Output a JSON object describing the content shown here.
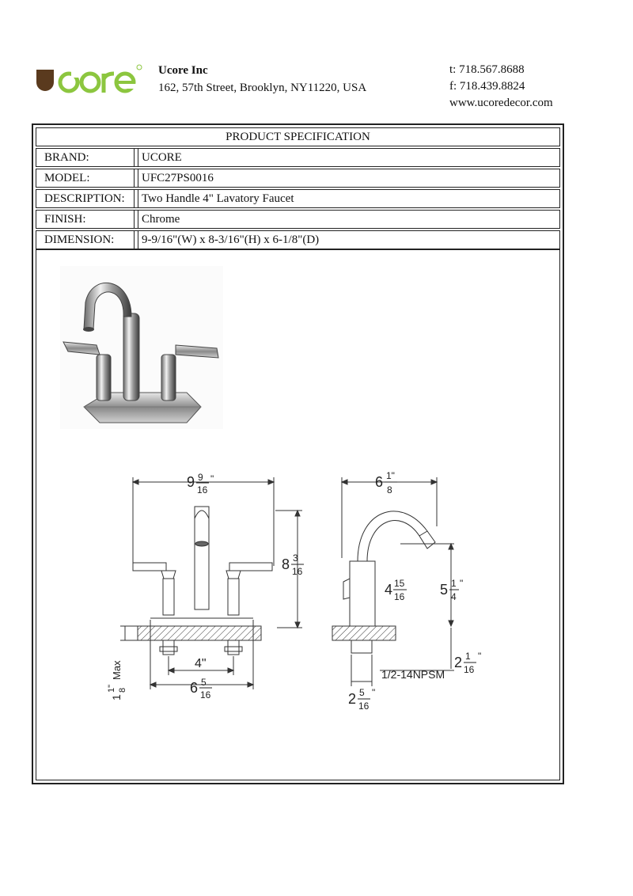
{
  "header": {
    "logo_text": "ucore",
    "company_name": "Ucore Inc",
    "address": "162, 57th Street, Brooklyn, NY11220, USA",
    "phone": "t:  718.567.8688",
    "fax": "f:  718.439.8824",
    "website": "www.ucoredecor.com"
  },
  "spec": {
    "title": "PRODUCT SPECIFICATION",
    "rows": [
      {
        "label": "BRAND:",
        "value": "UCORE"
      },
      {
        "label": "MODEL:",
        "value": "UFC27PS0016"
      },
      {
        "label": "DESCRIPTION:",
        "value": "Two Handle 4\" Lavatory Faucet"
      },
      {
        "label": "FINISH:",
        "value": "Chrome"
      },
      {
        "label": "DIMENSION:",
        "value": "9-9/16\"(W) x 8-3/16\"(H) x 6-1/8\"(D)"
      }
    ]
  },
  "drawing": {
    "front": {
      "width_whole": "9",
      "width_num": "9",
      "width_den": "16",
      "height_whole": "8",
      "height_num": "3",
      "height_den": "16",
      "center_label": "4\"",
      "base_whole": "6",
      "base_num": "5",
      "base_den": "16",
      "max_whole": "1",
      "max_num": "1\"",
      "max_den": "8",
      "max_label": "Max"
    },
    "side": {
      "depth_whole": "6",
      "depth_num": "1\"",
      "depth_den": "8",
      "spout_whole": "5",
      "spout_num": "1",
      "spout_den": "4",
      "mid_whole": "4",
      "mid_num": "15",
      "mid_den": "16",
      "shank_whole": "2",
      "shank_num": "1",
      "shank_den": "16",
      "thread_label": "1/2-14NPSM",
      "nut_whole": "2",
      "nut_num": "5",
      "nut_den": "16"
    }
  },
  "colors": {
    "logo_brown": "#5a3a1e",
    "logo_green": "#8cc63f"
  }
}
